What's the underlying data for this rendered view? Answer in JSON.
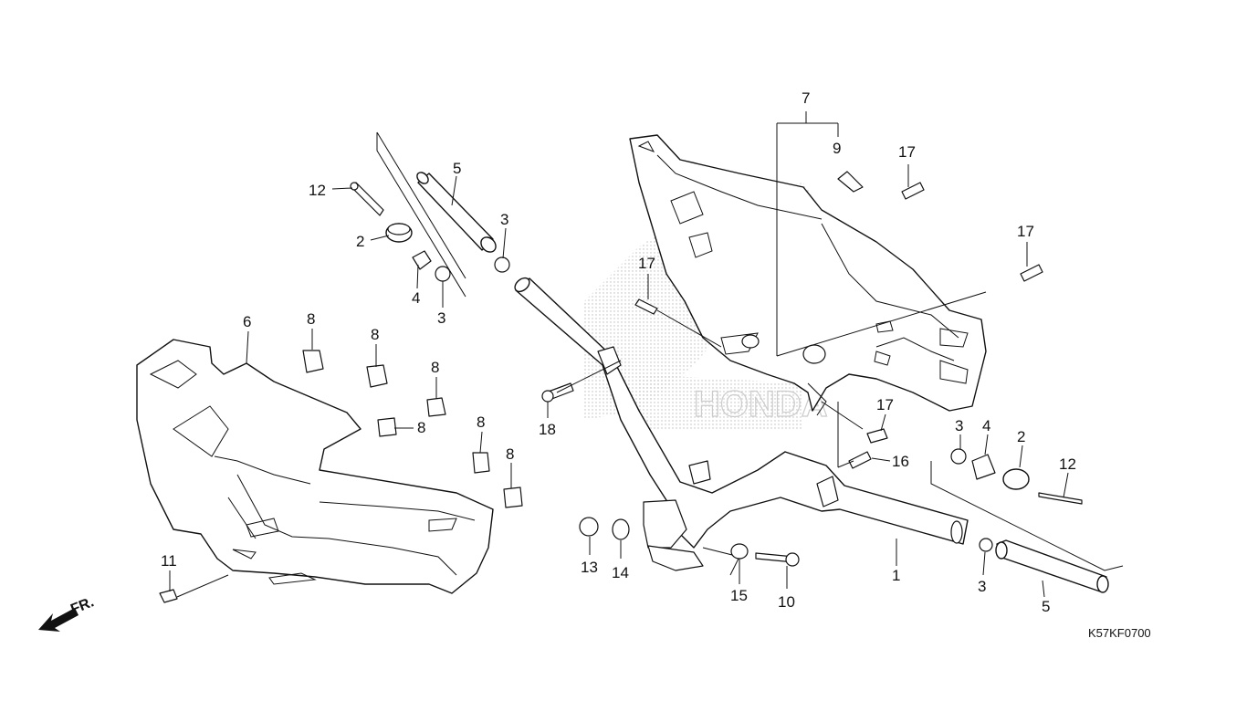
{
  "figure_code": "K57KF0700",
  "direction": {
    "label": "FR.",
    "icon": "front-direction-arrow-icon"
  },
  "watermark": "HONDA",
  "callouts": {
    "c1": "1",
    "c2a": "2",
    "c2b": "2",
    "c3a": "3",
    "c3b": "3",
    "c3c": "3",
    "c3d": "3",
    "c4a": "4",
    "c4b": "4",
    "c5a": "5",
    "c5b": "5",
    "c6": "6",
    "c7": "7",
    "c8a": "8",
    "c8b": "8",
    "c8c": "8",
    "c8d": "8",
    "c8e": "8",
    "c8f": "8",
    "c9": "9",
    "c10": "10",
    "c11": "11",
    "c12a": "12",
    "c12b": "12",
    "c13": "13",
    "c14": "14",
    "c15": "15",
    "c16": "16",
    "c17a": "17",
    "c17b": "17",
    "c17c": "17",
    "c17d": "17",
    "c18": "18"
  }
}
